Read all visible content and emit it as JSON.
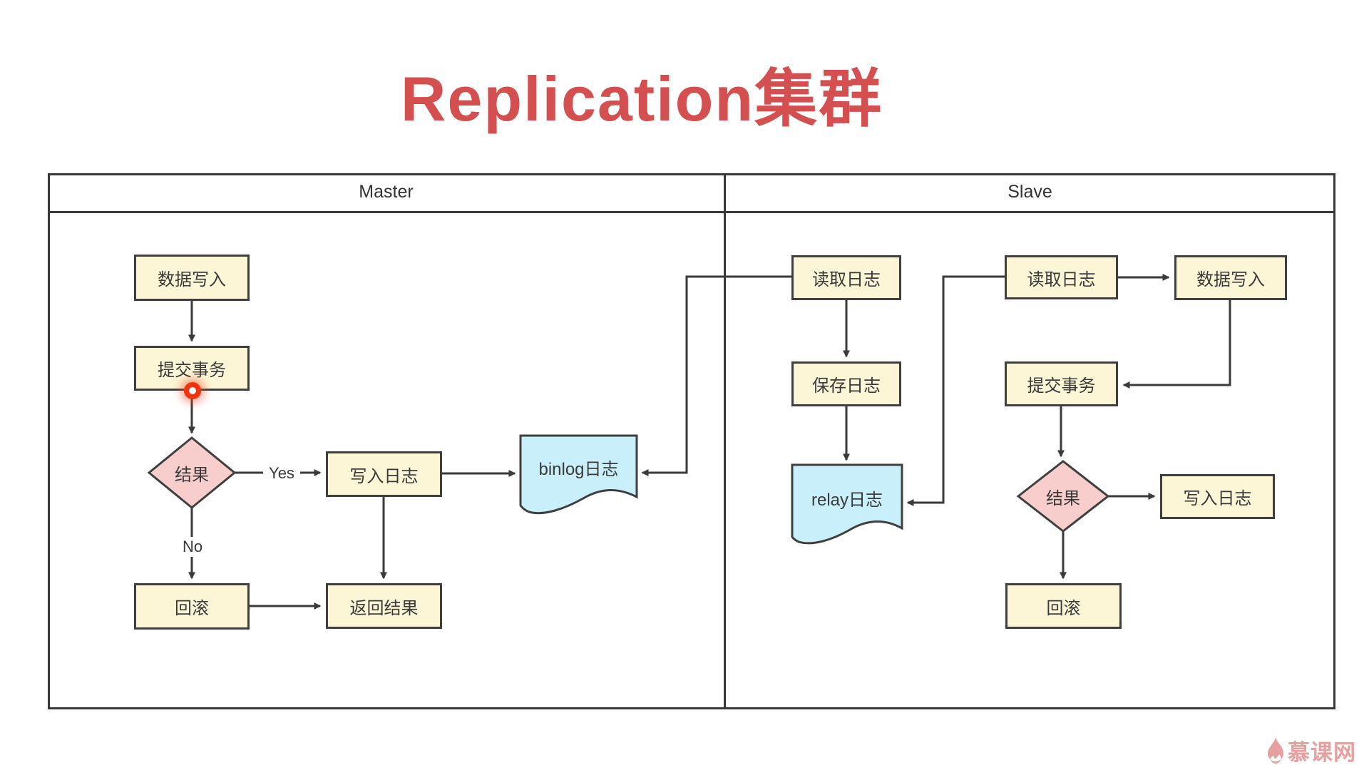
{
  "title": "Replication集群",
  "panels": {
    "master": "Master",
    "slave": "Slave"
  },
  "master": {
    "write": "数据写入",
    "commit": "提交事务",
    "result": "结果",
    "yes_label": "Yes",
    "no_label": "No",
    "write_log": "写入日志",
    "binlog": "binlog日志",
    "rollback": "回滚",
    "return_result": "返回结果"
  },
  "slave": {
    "read_log_1": "读取日志",
    "save_log": "保存日志",
    "relay_log": "relay日志",
    "read_log_2": "读取日志",
    "write": "数据写入",
    "commit": "提交事务",
    "result": "结果",
    "write_log": "写入日志",
    "rollback": "回滚"
  },
  "watermark": {
    "brand": "慕课网"
  },
  "colors": {
    "title": "#d45050",
    "box_fill": "#fcf6d6",
    "diamond_fill": "#f8cecc",
    "doc_fill": "#c9effb",
    "line": "#3a3a3a",
    "brand": "#e5a0a0"
  }
}
